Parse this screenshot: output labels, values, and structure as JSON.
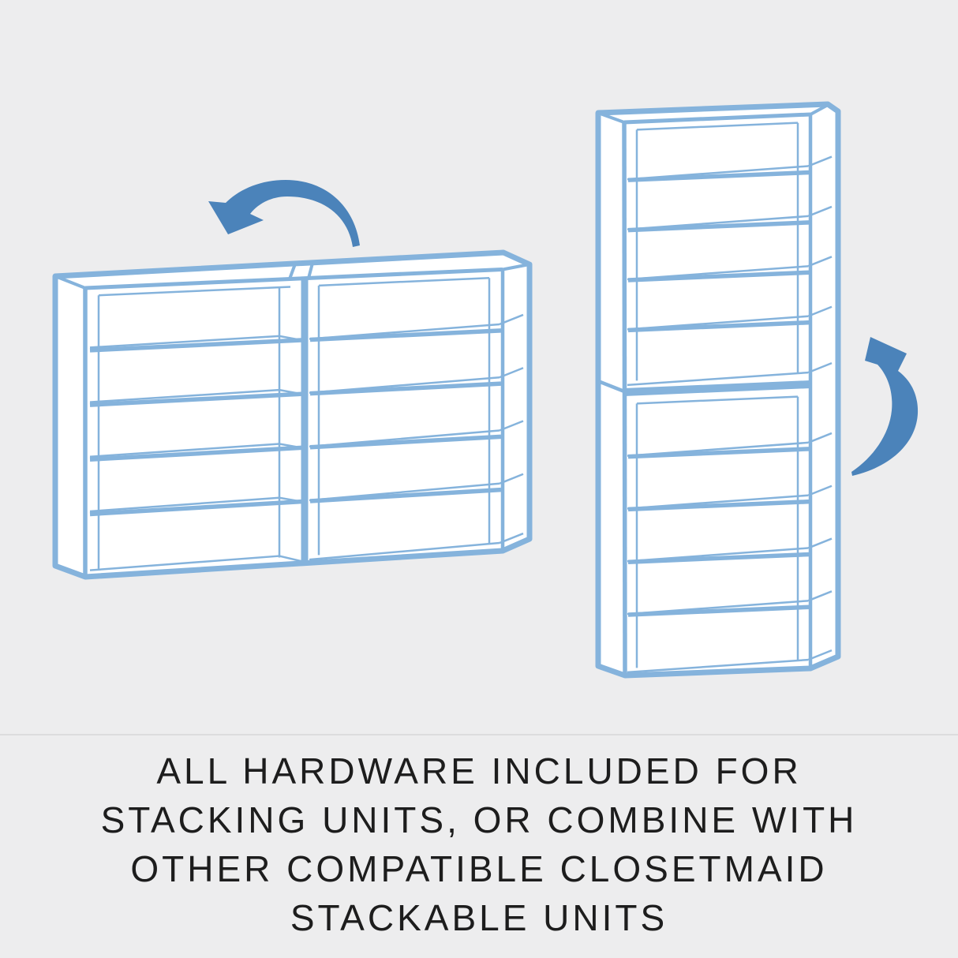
{
  "caption": {
    "lines": [
      "ALL HARDWARE INCLUDED FOR",
      "STACKING UNITS, OR COMBINE WITH",
      "OTHER COMPATIBLE CLOSETMAID",
      "STACKABLE UNITS"
    ],
    "full_text": "ALL HARDWARE INCLUDED FOR STACKING UNITS, OR COMBINE WITH OTHER COMPATIBLE CLOSETMAID STACKABLE UNITS"
  },
  "illustration": {
    "horizontal_combination": {
      "units": 2,
      "shelf_openings_per_unit": 5,
      "arrow": "curved arrow pointing down-left"
    },
    "vertical_stack": {
      "units": 2,
      "shelf_openings_per_unit": 5,
      "arrow": "curved arrow pointing up-left"
    }
  },
  "colors": {
    "background": "#ededee",
    "outline_blue": "#85b3dc",
    "arrow_blue": "#4b83ba",
    "face_white": "#ffffff",
    "text": "#1d1d1d",
    "divider": "#dcdcdd"
  }
}
